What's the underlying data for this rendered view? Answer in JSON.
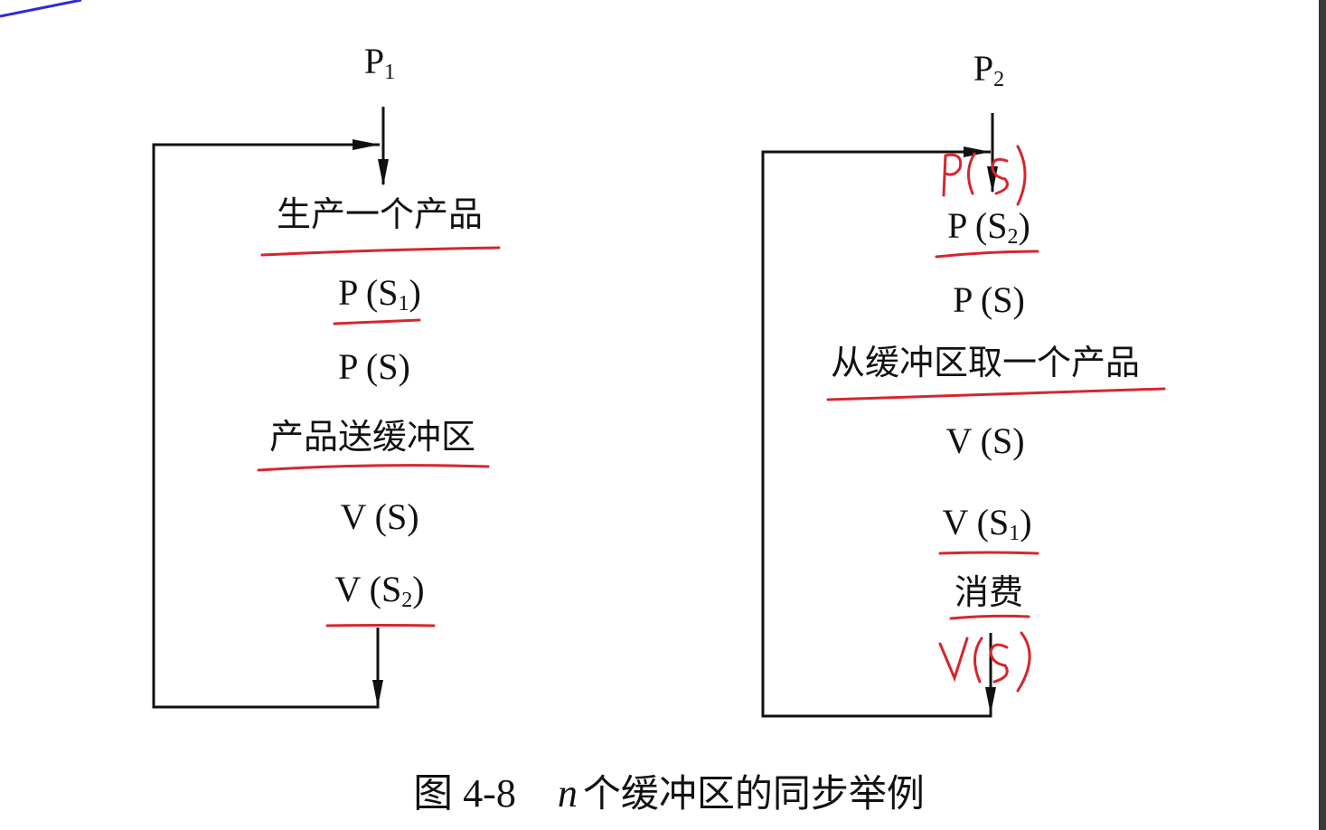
{
  "figure": {
    "caption_label": "图 4-8",
    "caption_n": "n",
    "caption_text": "个缓冲区的同步举例"
  },
  "producer": {
    "title": "P",
    "title_sub": "1",
    "steps": [
      {
        "main": "生产一个产品",
        "sub": "",
        "tail": ""
      },
      {
        "main": "P (S",
        "sub": "1",
        "tail": ")"
      },
      {
        "main": "P (S)",
        "sub": "",
        "tail": ""
      },
      {
        "main": "产品送缓冲区",
        "sub": "",
        "tail": ""
      },
      {
        "main": "V (S)",
        "sub": "",
        "tail": ""
      },
      {
        "main": "V (S",
        "sub": "2",
        "tail": ")"
      }
    ]
  },
  "consumer": {
    "title": "P",
    "title_sub": "2",
    "steps": [
      {
        "main": "P (S",
        "sub": "2",
        "tail": ")"
      },
      {
        "main": "P (S)",
        "sub": "",
        "tail": ""
      },
      {
        "main": "从缓冲区取一个产品",
        "sub": "",
        "tail": ""
      },
      {
        "main": "V (S)",
        "sub": "",
        "tail": ""
      },
      {
        "main": "V (S",
        "sub": "1",
        "tail": ")"
      },
      {
        "main": "消费",
        "sub": "",
        "tail": ""
      }
    ]
  },
  "annotations": {
    "handwritten_1": "P(S)",
    "handwritten_2": "V(S)",
    "ink_color": "#d6262e",
    "pen_color": "#2b2bd6"
  }
}
